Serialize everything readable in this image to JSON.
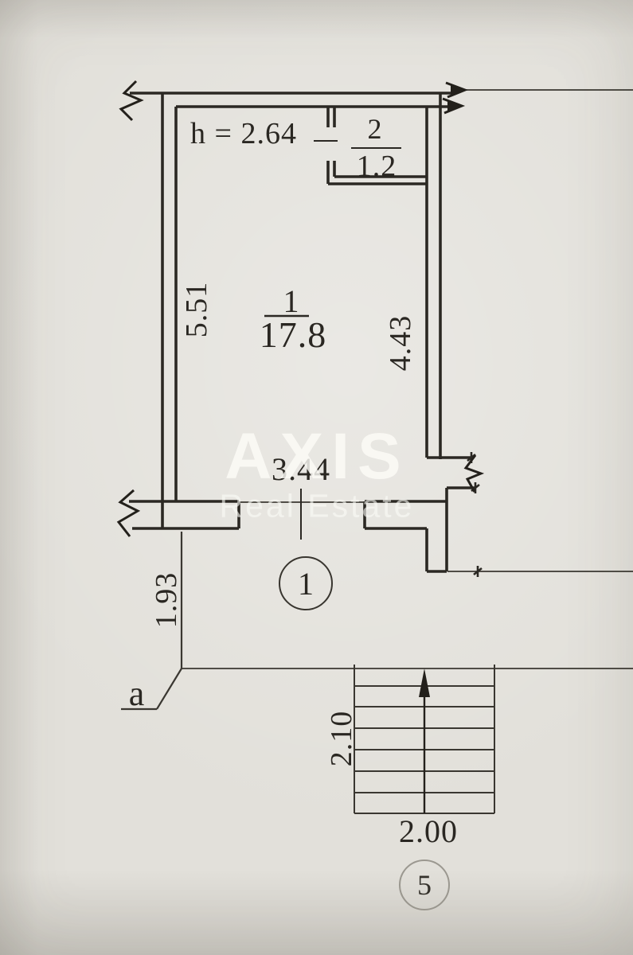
{
  "watermark": {
    "brand": "AXIS",
    "subtitle": "Real Estate"
  },
  "plan": {
    "ceiling_height": "h = 2.64",
    "room1": {
      "number": "1",
      "area": "17.8"
    },
    "room2": {
      "number": "2",
      "area": "1.2"
    },
    "axis_label": "a",
    "marker_entry": "1",
    "marker_stairs": "5",
    "dims": {
      "left_wall": "5.51",
      "right_wall": "4.43",
      "opening": "3.44",
      "lower_left": "1.93",
      "stair_length": "2.10",
      "stair_width": "2.00"
    }
  },
  "colors": {
    "paper": "#e2e0da",
    "ink": "#2b2823",
    "faded": "#9b9890"
  }
}
